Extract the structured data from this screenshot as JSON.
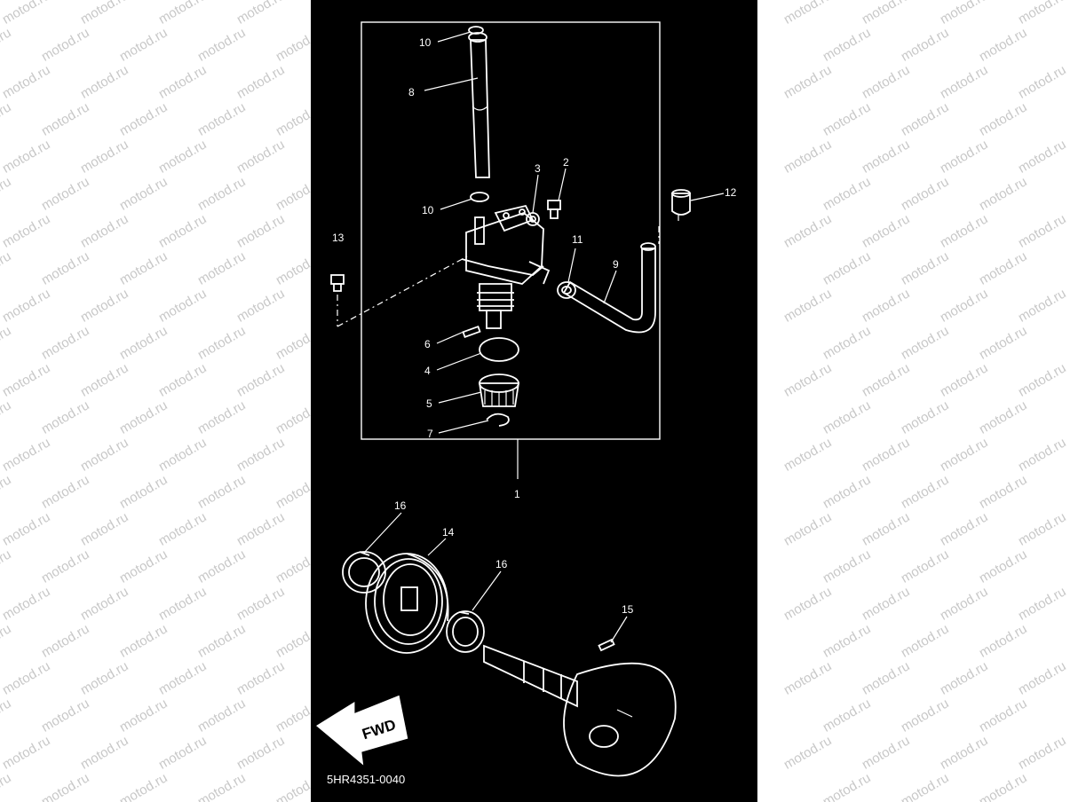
{
  "watermark": {
    "text": "motod.ru"
  },
  "diagram": {
    "part_code": "5HR4351-0040",
    "direction_label": "FWD",
    "callouts": [
      {
        "id": "c10a",
        "label": "10"
      },
      {
        "id": "c8",
        "label": "8"
      },
      {
        "id": "c3",
        "label": "3"
      },
      {
        "id": "c2",
        "label": "2"
      },
      {
        "id": "c12",
        "label": "12"
      },
      {
        "id": "c10b",
        "label": "10"
      },
      {
        "id": "c13",
        "label": "13"
      },
      {
        "id": "c11",
        "label": "11"
      },
      {
        "id": "c9",
        "label": "9"
      },
      {
        "id": "c6",
        "label": "6"
      },
      {
        "id": "c4",
        "label": "4"
      },
      {
        "id": "c5",
        "label": "5"
      },
      {
        "id": "c7",
        "label": "7"
      },
      {
        "id": "c1",
        "label": "1"
      },
      {
        "id": "c16a",
        "label": "16"
      },
      {
        "id": "c14",
        "label": "14"
      },
      {
        "id": "c16b",
        "label": "16"
      },
      {
        "id": "c15",
        "label": "15"
      }
    ]
  }
}
